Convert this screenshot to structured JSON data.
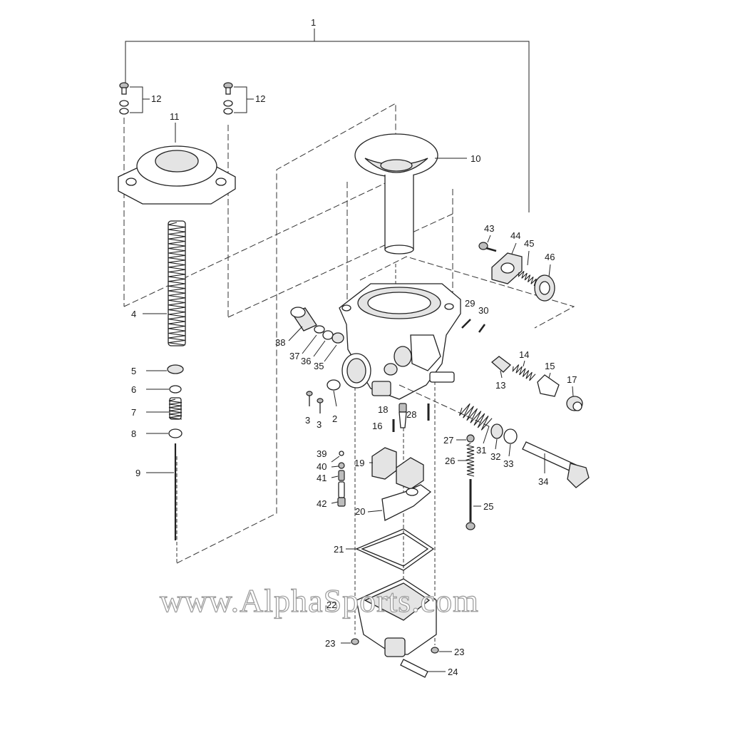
{
  "diagram": {
    "watermark": "www.AlphaSports.com",
    "callouts": {
      "p1": "1",
      "p2": "2",
      "p3a": "3",
      "p3b": "3",
      "p4": "4",
      "p5": "5",
      "p6": "6",
      "p7": "7",
      "p8": "8",
      "p9": "9",
      "p10": "10",
      "p11": "11",
      "p12a": "12",
      "p12b": "12",
      "p13": "13",
      "p14": "14",
      "p15": "15",
      "p16": "16",
      "p17": "17",
      "p18": "18",
      "p19": "19",
      "p20": "20",
      "p21": "21",
      "p22": "22",
      "p23a": "23",
      "p23b": "23",
      "p24": "24",
      "p25": "25",
      "p26": "26",
      "p27": "27",
      "p28": "28",
      "p29": "29",
      "p30": "30",
      "p31": "31",
      "p32": "32",
      "p33": "33",
      "p34": "34",
      "p35": "35",
      "p36": "36",
      "p37": "37",
      "p38": "38",
      "p39": "39",
      "p40": "40",
      "p41": "41",
      "p42": "42",
      "p43": "43",
      "p44": "44",
      "p45": "45",
      "p46": "46"
    }
  }
}
